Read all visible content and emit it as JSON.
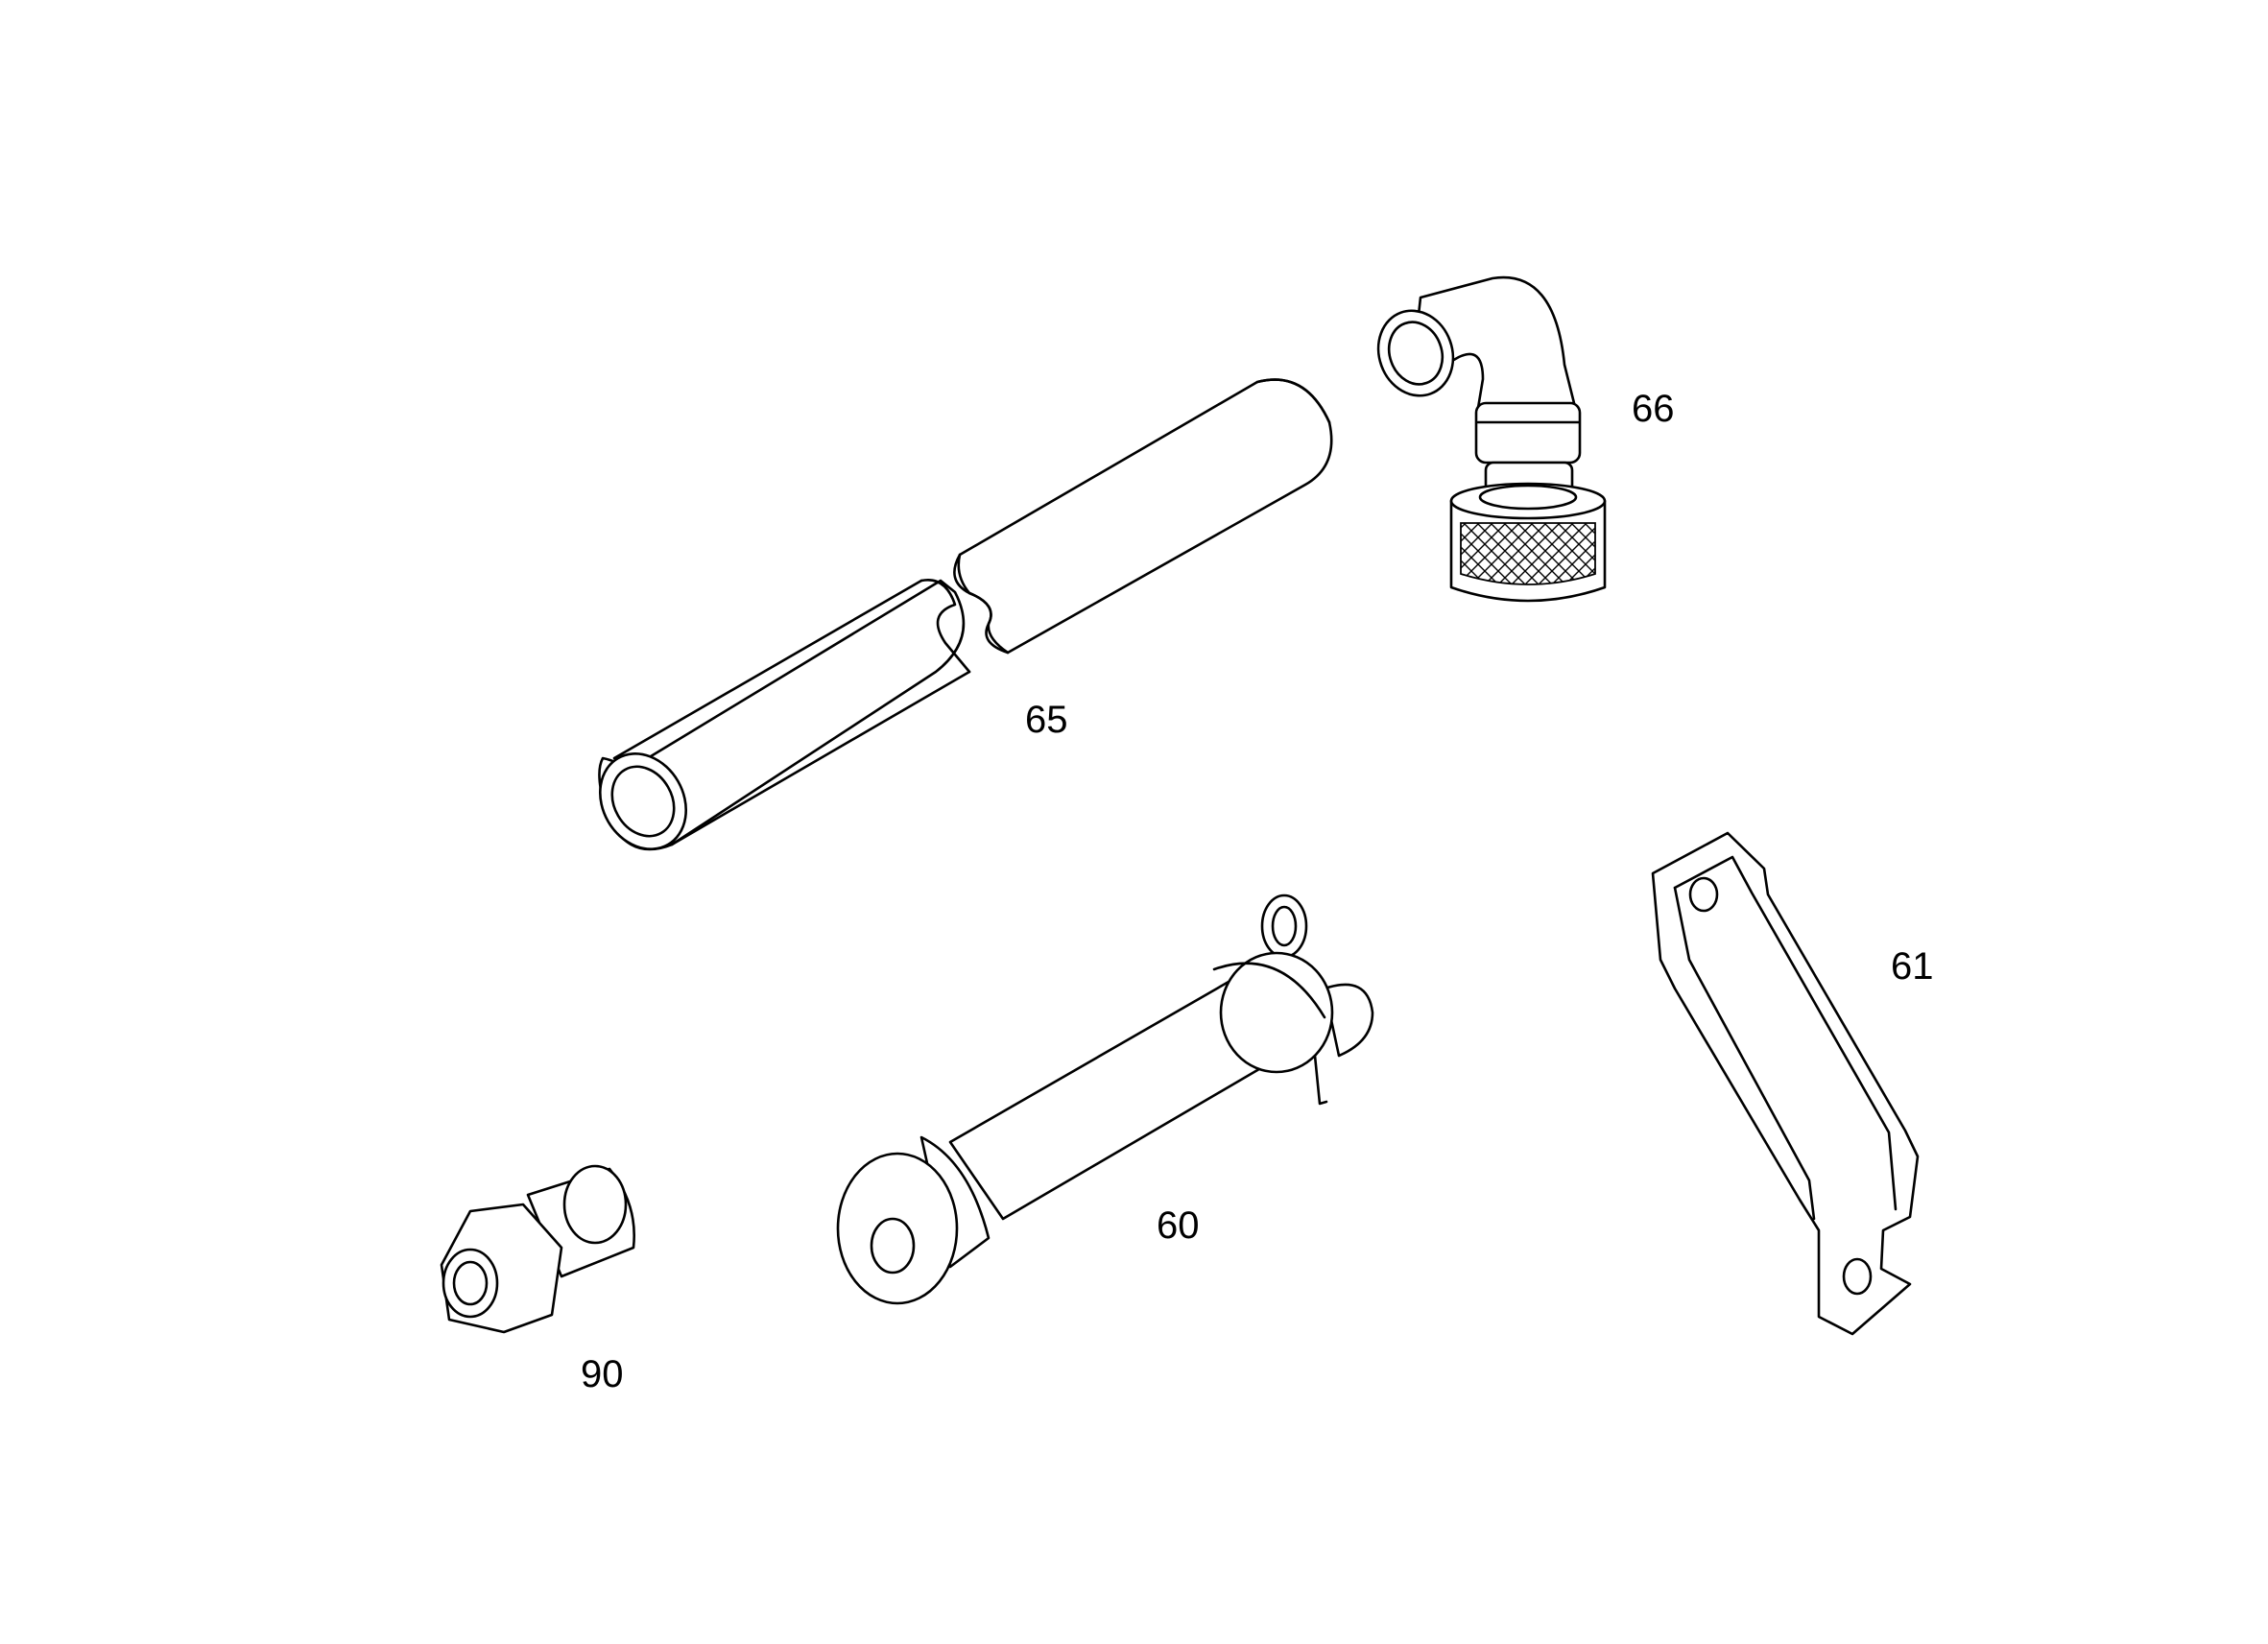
{
  "callouts": {
    "c66": "66",
    "c65": "65",
    "c61": "61",
    "c60": "60",
    "c90": "90"
  },
  "colors": {
    "line": "#000000",
    "background": "#ffffff"
  }
}
